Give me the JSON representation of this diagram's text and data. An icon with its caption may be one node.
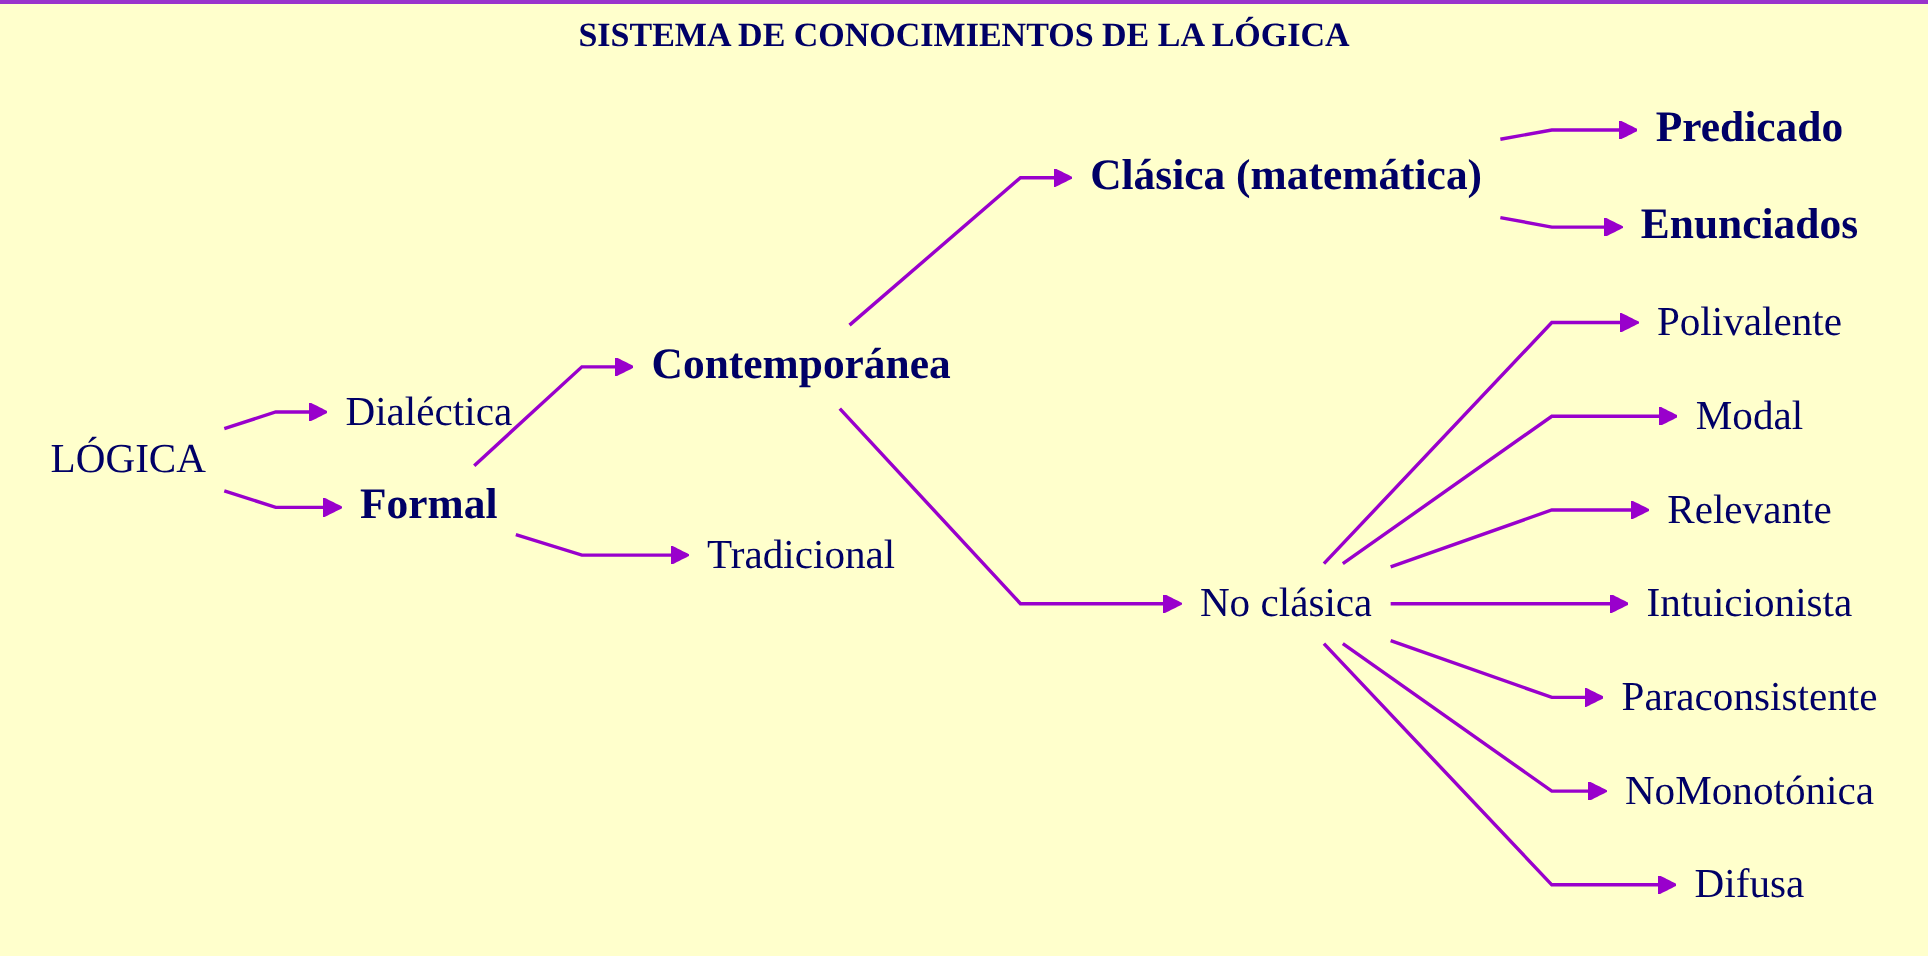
{
  "diagram": {
    "title": "SISTEMA DE CONOCIMIENTOS DE LA LÓGICA",
    "nodes": [
      {
        "text": [
          "LÓGICA"
        ]
      },
      {
        "text": [
          "Dialéctica"
        ]
      },
      {
        "text": [
          "Formal"
        ]
      },
      {
        "text": [
          "Contemporánea"
        ]
      },
      {
        "text": [
          "Tradicional"
        ]
      },
      {
        "text": [
          "Clásica (matemática)"
        ]
      },
      {
        "text": [
          "No clásica"
        ]
      },
      {
        "text": [
          "Predicado"
        ]
      },
      {
        "text": [
          "Enunciados"
        ]
      },
      {
        "text": [
          "Polivalente"
        ]
      },
      {
        "text": [
          "Modal"
        ]
      },
      {
        "text": [
          "Relevante"
        ]
      },
      {
        "text": [
          "Intuicionista"
        ]
      },
      {
        "text": [
          "Paraconsistente"
        ]
      },
      {
        "text": [
          "NoMonotónica"
        ]
      },
      {
        "text": [
          "Difusa"
        ]
      }
    ],
    "edges": [
      {
        "from": 0,
        "to": 1,
        "arrow": "to"
      },
      {
        "from": 0,
        "to": 2,
        "arrow": "to"
      },
      {
        "from": 2,
        "to": 3,
        "arrow": "to"
      },
      {
        "from": 2,
        "to": 4,
        "arrow": "to"
      },
      {
        "from": 3,
        "to": 5,
        "arrow": "to"
      },
      {
        "from": 3,
        "to": 6,
        "arrow": "to"
      },
      {
        "from": 5,
        "to": 7,
        "arrow": "to"
      },
      {
        "from": 5,
        "to": 8,
        "arrow": "to"
      },
      {
        "from": 6,
        "to": 9,
        "arrow": "to"
      },
      {
        "from": 6,
        "to": 10,
        "arrow": "to"
      },
      {
        "from": 6,
        "to": 11,
        "arrow": "to"
      },
      {
        "from": 6,
        "to": 12,
        "arrow": "to"
      },
      {
        "from": 6,
        "to": 13,
        "arrow": "to"
      },
      {
        "from": 6,
        "to": 14,
        "arrow": "to"
      },
      {
        "from": 6,
        "to": 15,
        "arrow": "to"
      }
    ]
  }
}
